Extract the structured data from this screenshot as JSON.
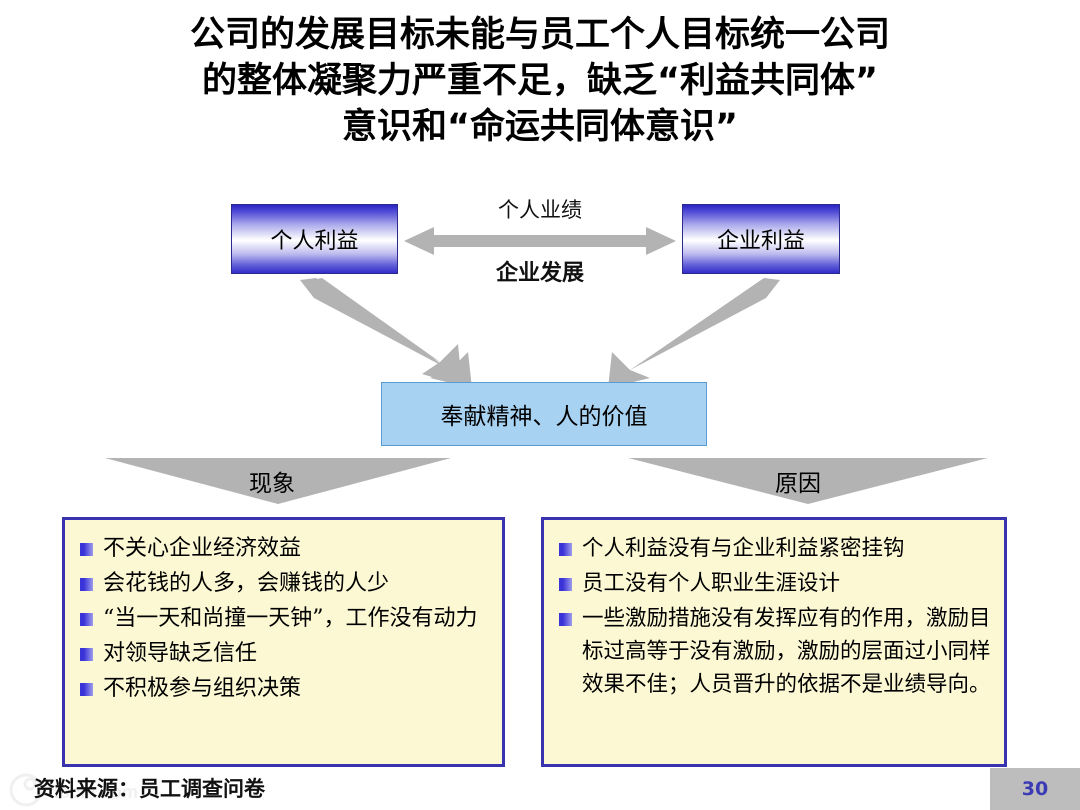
{
  "slide": {
    "title_lines": [
      "公司的发展目标未能与员工个人目标统一公司",
      "的整体凝聚力严重不足，缺乏“利益共同体”",
      "意识和“命运共同体意识”"
    ],
    "page_number": "30",
    "source_note": "资料来源：员工调查问卷"
  },
  "diagram": {
    "box_personal_interest": "个人利益",
    "box_company_interest": "企业利益",
    "arrow_label_top": "个人业绩",
    "arrow_label_bottom": "企业发展",
    "box_core_value": "奉献精神、人的价值",
    "chevron_left_label": "现象",
    "chevron_right_label": "原因"
  },
  "phenomena": {
    "items": [
      "不关心企业经济效益",
      "会花钱的人多，会赚钱的人少",
      "“当一天和尚撞一天钟”，工作没有动力",
      "对领导缺乏信任",
      "不积极参与组织决策"
    ]
  },
  "causes": {
    "items": [
      "个人利益没有与企业利益紧密挂钩",
      "员工没有个人职业生涯设计",
      "一些激励措施没有发挥应有的作用，激励目标过高等于没有激励，激励的层面过小同样效果不佳；人员晋升的依据不是业绩导向。"
    ]
  },
  "colors": {
    "box_gradient_blue": "#2a24c4",
    "core_box_fill": "#a8d2f2",
    "core_box_border": "#5a9bd5",
    "list_fill": "#fbf8d3",
    "list_border": "#3a33b0",
    "arrow_gray": "#b3b3b3",
    "page_number_color": "#3b3bb5",
    "page_number_bg": "#bdbdbd"
  }
}
